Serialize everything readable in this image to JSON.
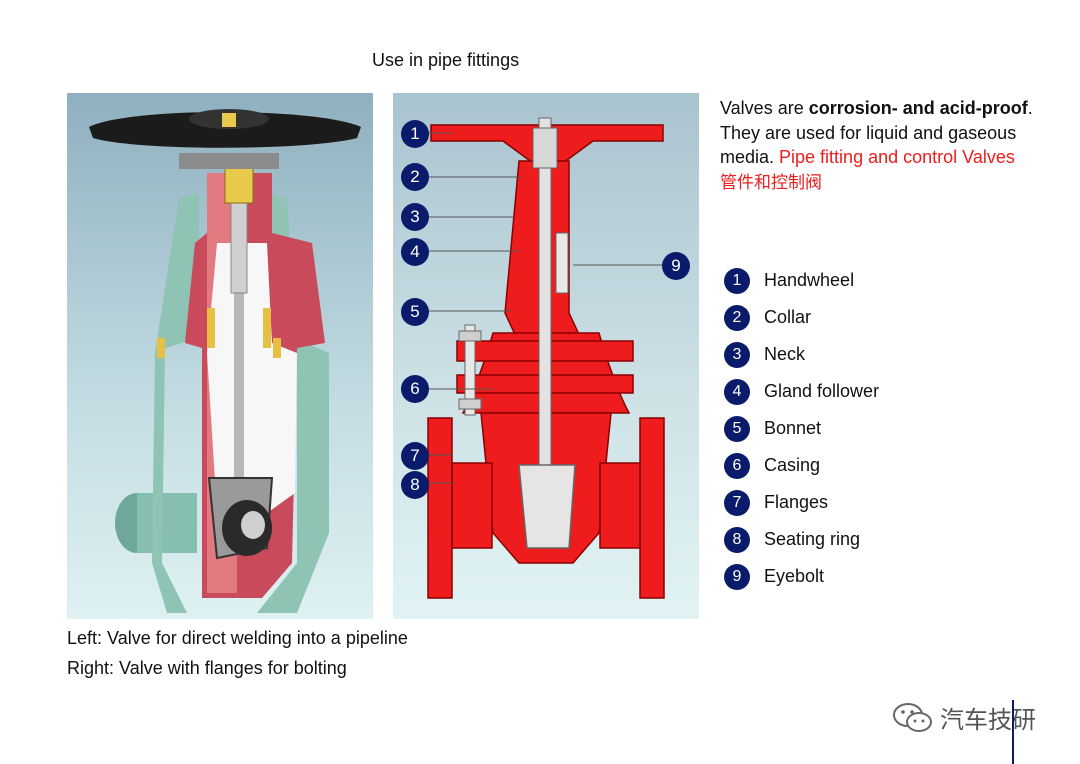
{
  "slide": {
    "title": "Use in pipe fittings",
    "intro": {
      "part1": "Valves are ",
      "bold": "corrosion- and acid-proof",
      "part2": ". They are used for liquid and gaseous media. ",
      "red": "Pipe fitting and control Valves",
      "chinese": "管件和控制阀"
    },
    "legend": [
      {
        "num": "1",
        "label": "Handwheel"
      },
      {
        "num": "2",
        "label": "Collar"
      },
      {
        "num": "3",
        "label": "Neck"
      },
      {
        "num": "4",
        "label": "Gland follower"
      },
      {
        "num": "5",
        "label": "Bonnet"
      },
      {
        "num": "6",
        "label": "Casing"
      },
      {
        "num": "7",
        "label": "Flanges"
      },
      {
        "num": "8",
        "label": "Seating ring"
      },
      {
        "num": "9",
        "label": "Eyebolt"
      }
    ],
    "captions": {
      "left": "Left: Valve for direct welding into a pipeline",
      "right": "Right: Valve with flanges for bolting"
    },
    "watermark": "汽车技研",
    "watermark_icon": "wechat-icon",
    "colors": {
      "badge": "#0b1b6b",
      "valve_red": "#ee1c1c",
      "red_text": "#ee1c1c"
    }
  }
}
